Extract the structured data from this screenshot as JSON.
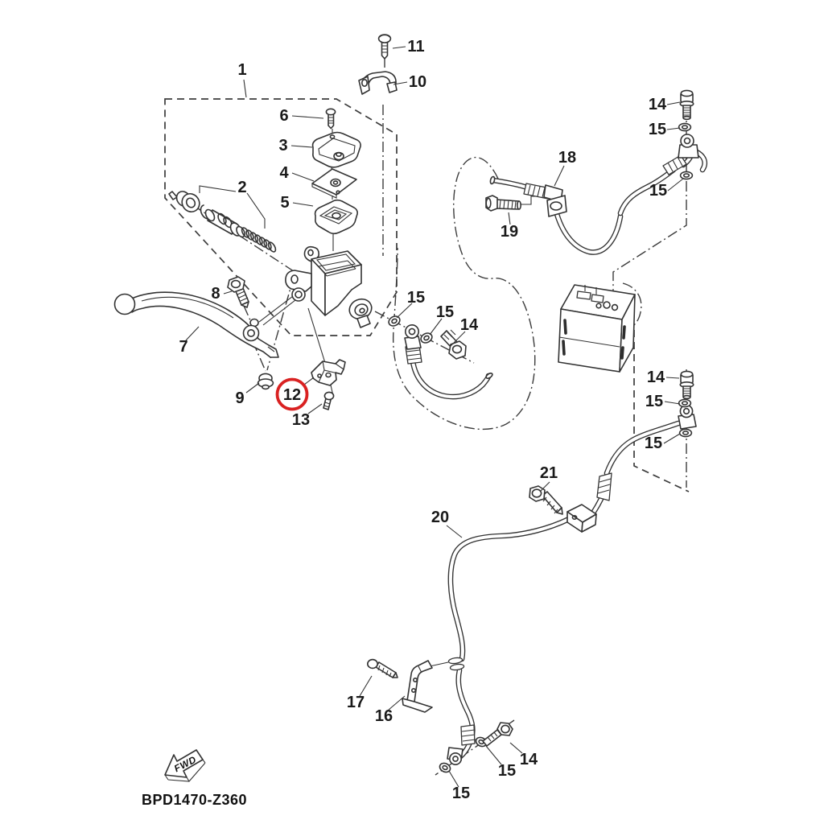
{
  "diagram": {
    "code": "BPD1470-Z360",
    "fwd_label": "FWD",
    "line_color": "#333333",
    "label_color": "#1a1a1a",
    "background_color": "#ffffff",
    "highlight": {
      "part": "12",
      "color": "#d92121"
    },
    "callouts": [
      {
        "part": "1"
      },
      {
        "part": "11"
      },
      {
        "part": "10"
      },
      {
        "part": "6"
      },
      {
        "part": "3"
      },
      {
        "part": "4"
      },
      {
        "part": "5"
      },
      {
        "part": "2"
      },
      {
        "part": "14"
      },
      {
        "part": "15"
      },
      {
        "part": "18"
      },
      {
        "part": "15"
      },
      {
        "part": "19"
      },
      {
        "part": "8"
      },
      {
        "part": "15"
      },
      {
        "part": "15"
      },
      {
        "part": "14"
      },
      {
        "part": "7"
      },
      {
        "part": "9"
      },
      {
        "part": "12"
      },
      {
        "part": "13"
      },
      {
        "part": "14"
      },
      {
        "part": "15"
      },
      {
        "part": "15"
      },
      {
        "part": "21"
      },
      {
        "part": "20"
      },
      {
        "part": "17"
      },
      {
        "part": "16"
      },
      {
        "part": "14"
      },
      {
        "part": "15"
      },
      {
        "part": "15"
      }
    ]
  }
}
